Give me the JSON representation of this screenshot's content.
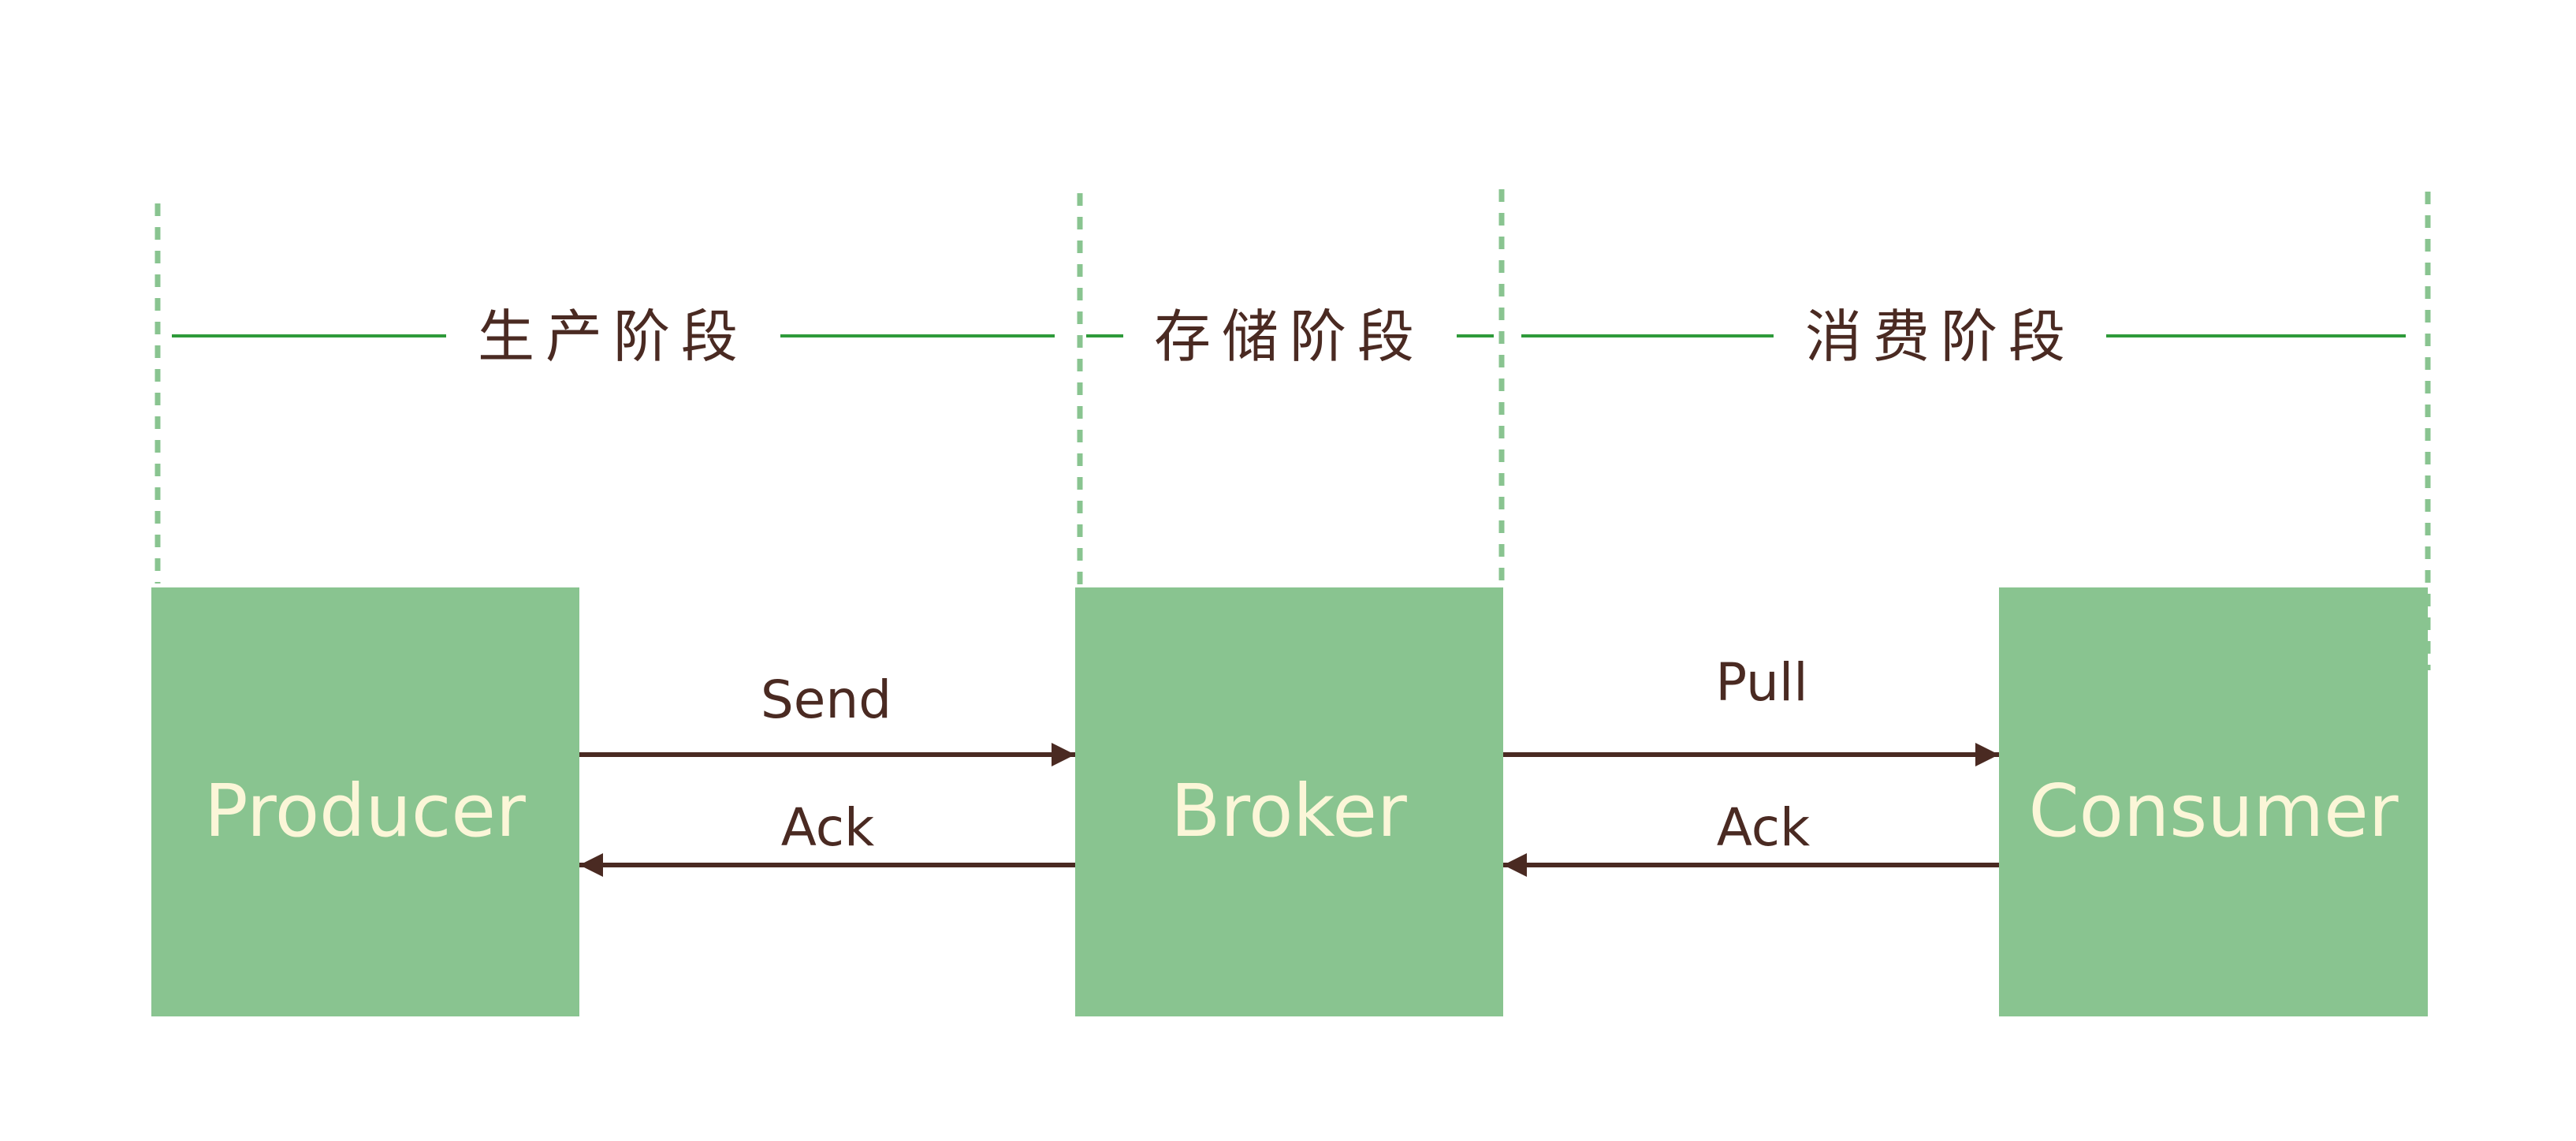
{
  "stages": [
    {
      "id": "produce",
      "label": "生产阶段"
    },
    {
      "id": "store",
      "label": "存储阶段"
    },
    {
      "id": "consume",
      "label": "消费阶段"
    }
  ],
  "nodes": [
    {
      "id": "producer",
      "label": "Producer"
    },
    {
      "id": "broker",
      "label": "Broker"
    },
    {
      "id": "consumer",
      "label": "Consumer"
    }
  ],
  "edges": [
    {
      "id": "send",
      "from": "producer",
      "to": "broker",
      "label": "Send"
    },
    {
      "id": "ack1",
      "from": "broker",
      "to": "producer",
      "label": "Ack"
    },
    {
      "id": "pull",
      "from": "broker",
      "to": "consumer",
      "label": "Pull"
    },
    {
      "id": "ack2",
      "from": "consumer",
      "to": "broker",
      "label": "Ack"
    }
  ],
  "colors": {
    "box_fill": "#89c490",
    "box_text": "#fbf6d8",
    "divider": "#89c490",
    "stage_line": "#2e9a3a",
    "ink": "#4a2a22"
  }
}
